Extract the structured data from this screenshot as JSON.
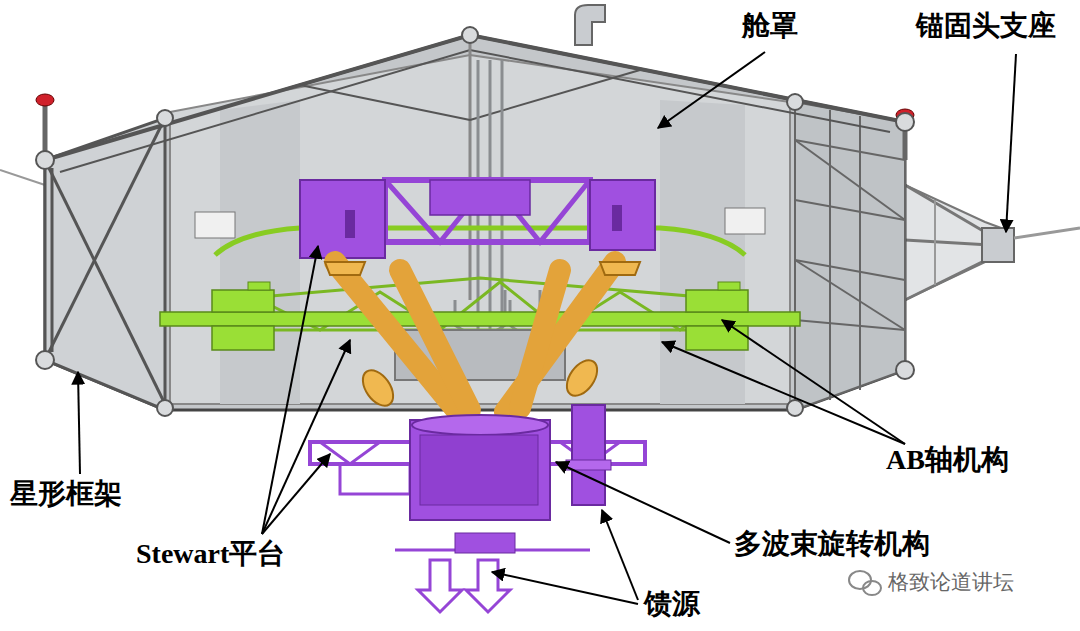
{
  "diagram": {
    "labels": [
      "舱罩",
      "锚固头支座",
      "AB轴机构",
      "星形框架",
      "Stewart平台",
      "多波束旋转机构",
      "馈源",
      "格致论道讲坛"
    ]
  }
}
